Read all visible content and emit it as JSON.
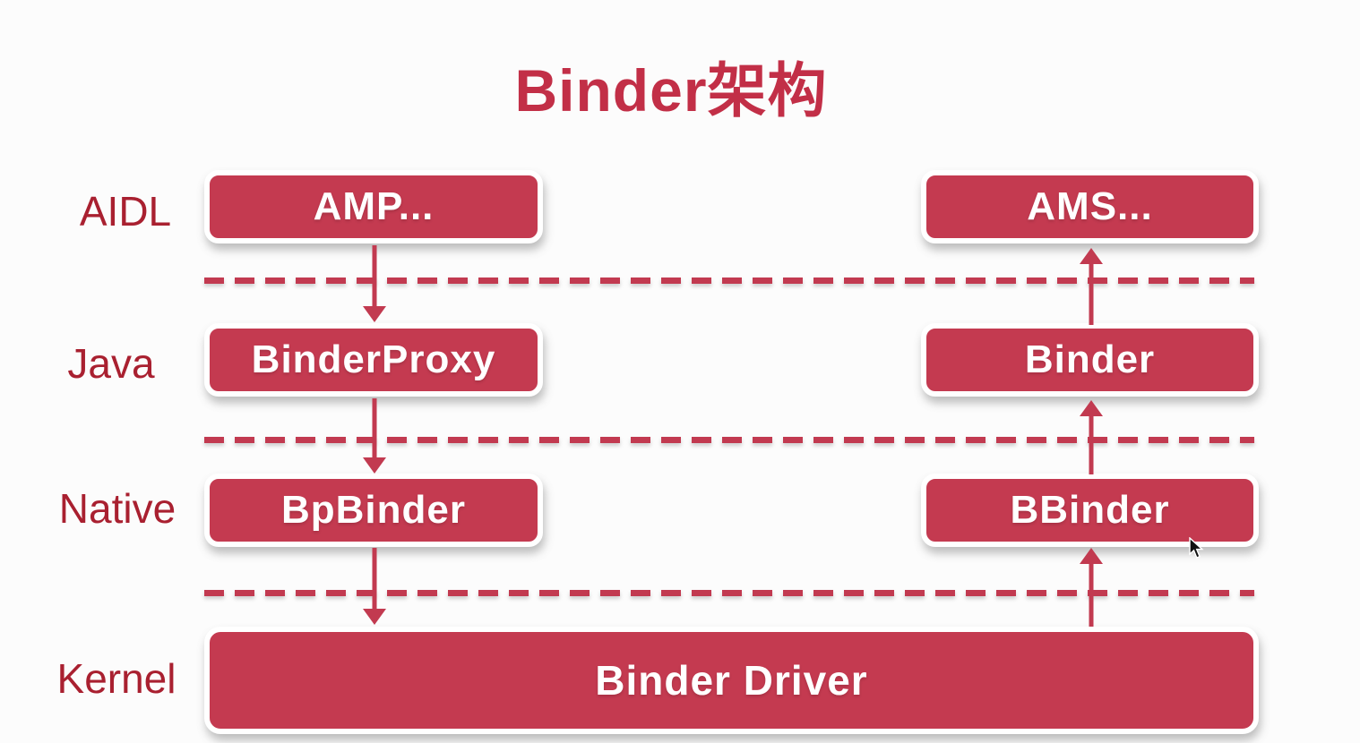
{
  "title": "Binder架构",
  "colors": {
    "background": "#fcfcfc",
    "box_fill": "#c43a50",
    "box_border": "#ffffff",
    "box_text": "#ffffff",
    "layer_label_text": "#a92030",
    "title_text": "#c22f47",
    "line": "#c23a50"
  },
  "rows": [
    {
      "layer_label": "AIDL",
      "client_box": "AMP...",
      "service_box": "AMS..."
    },
    {
      "layer_label": "Java",
      "client_box": "BinderProxy",
      "service_box": "Binder"
    },
    {
      "layer_label": "Native",
      "client_box": "BpBinder",
      "service_box": "BBinder"
    },
    {
      "layer_label": "Kernel",
      "kernel_box": "Binder Driver"
    }
  ],
  "flows": {
    "left_direction": "down",
    "right_direction": "up"
  }
}
